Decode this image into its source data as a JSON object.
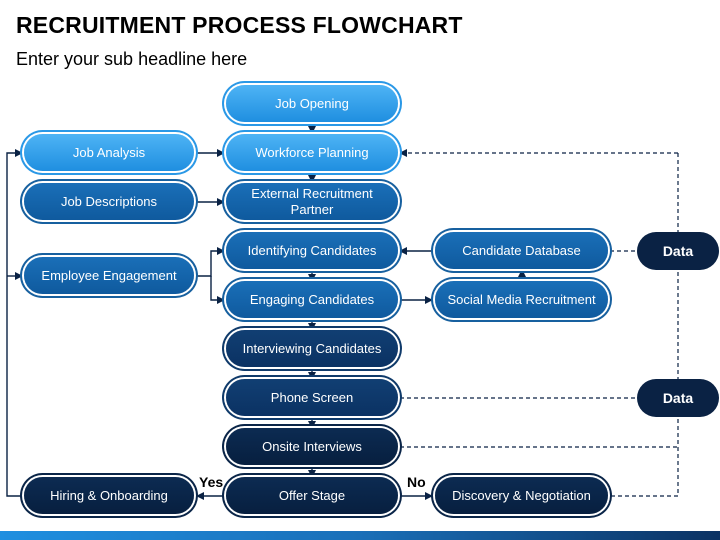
{
  "title": "RECRUITMENT PROCESS FLOWCHART",
  "subtitle": "Enter your sub headline here",
  "nodes": {
    "job_opening": "Job Opening",
    "workforce_planning": "Workforce Planning",
    "external_recruitment": "External Recruitment Partner",
    "identifying_candidates": "Identifying Candidates",
    "engaging_candidates": "Engaging Candidates",
    "interviewing_candidates": "Interviewing Candidates",
    "phone_screen": "Phone Screen",
    "onsite_interviews": "Onsite Interviews",
    "offer_stage": "Offer Stage",
    "job_analysis": "Job Analysis",
    "job_descriptions": "Job Descriptions",
    "employee_engagement": "Employee Engagement",
    "hiring_onboarding": "Hiring & Onboarding",
    "candidate_database": "Candidate Database",
    "social_media_recruitment": "Social Media Recruitment",
    "discovery_negotiation": "Discovery & Negotiation"
  },
  "data_labels": {
    "top": "Data",
    "bottom": "Data"
  },
  "decision_labels": {
    "yes": "Yes",
    "no": "No"
  },
  "colors": {
    "light": "#2a98e6",
    "mid": "#17609f",
    "dark": "#0f3a6a",
    "navy": "#0a2244",
    "connector": "#0a2244"
  }
}
